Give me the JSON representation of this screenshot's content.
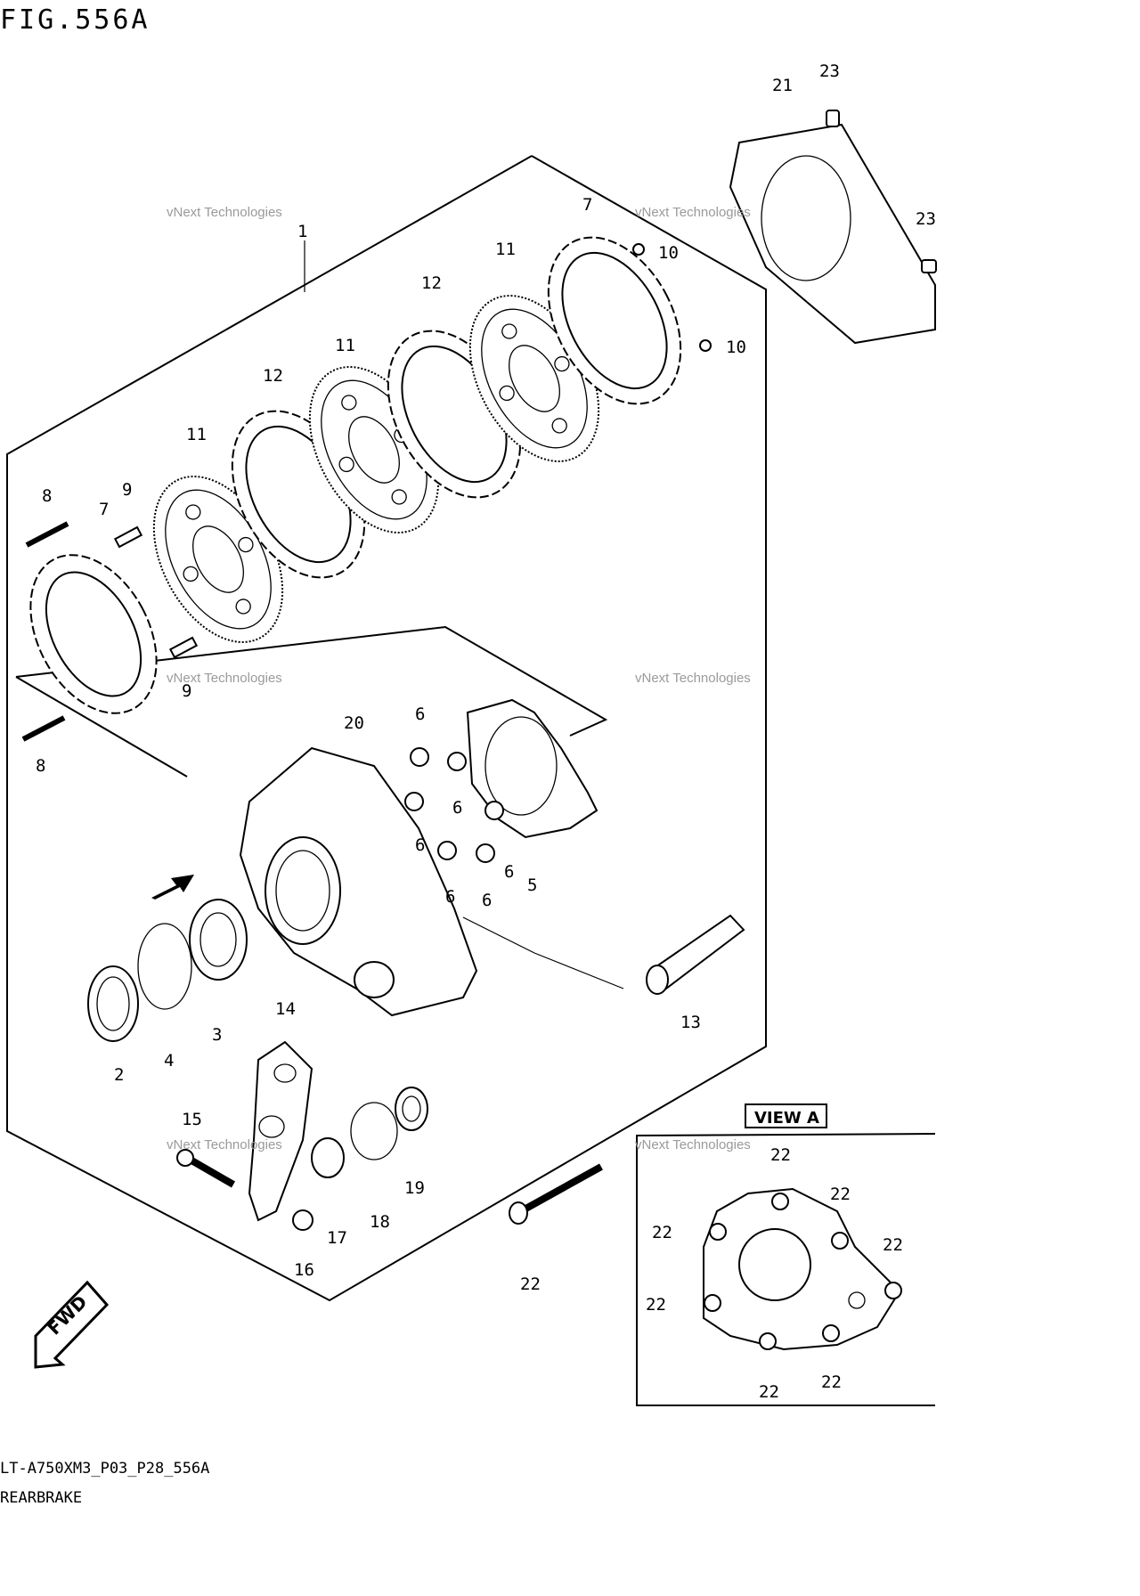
{
  "figure": {
    "title": "FIG.556A",
    "code": "LT-A750XM3_P03_P28_556A",
    "name": "REARBRAKE"
  },
  "watermark": {
    "line1": "vNext Technologies",
    "line2": "vNext",
    "line3": "Technologies"
  },
  "view_a": {
    "label": "VIEW A"
  },
  "fwd": {
    "label": "FWD"
  },
  "callouts": {
    "c1": "1",
    "c2": "2",
    "c3": "3",
    "c4": "4",
    "c5": "5",
    "c6a": "6",
    "c6b": "6",
    "c6c": "6",
    "c6d": "6",
    "c6e": "6",
    "c6f": "6",
    "c7a": "7",
    "c7b": "7",
    "c8a": "8",
    "c8b": "8",
    "c9a": "9",
    "c9b": "9",
    "c10a": "10",
    "c10b": "10",
    "c11a": "11",
    "c11b": "11",
    "c11c": "11",
    "c12a": "12",
    "c12b": "12",
    "c13": "13",
    "c14": "14",
    "c15": "15",
    "c16": "16",
    "c17": "17",
    "c18": "18",
    "c19": "19",
    "c20": "20",
    "c21": "21",
    "c22a": "22",
    "c22b": "22",
    "c22c": "22",
    "c22d": "22",
    "c22e": "22",
    "c22f": "22",
    "c22g": "22",
    "c22h": "22",
    "c23a": "23",
    "c23b": "23"
  }
}
